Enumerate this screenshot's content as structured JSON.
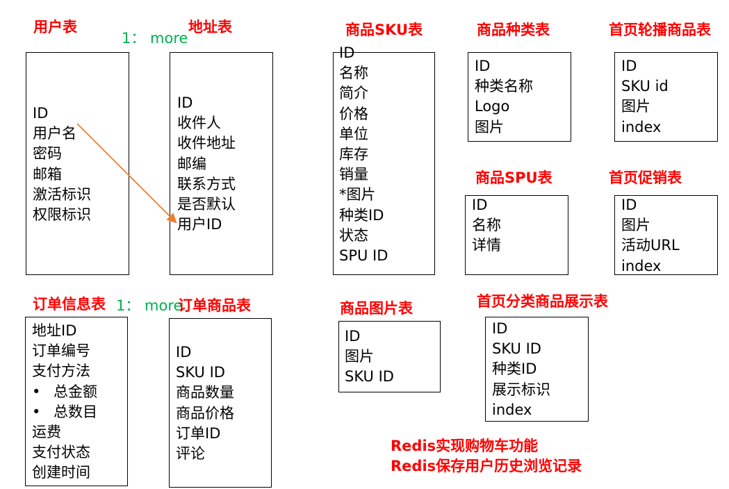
{
  "relations": {
    "user_address": "1： more",
    "order_items": "1： more"
  },
  "colors": {
    "title": "#ff0000",
    "relation": "#00b050",
    "arrow": "#ed7d31"
  },
  "tables": {
    "user": {
      "title": "用户表",
      "fields": [
        "ID",
        "用户名",
        "密码",
        "邮箱",
        "激活标识",
        "权限标识"
      ]
    },
    "address": {
      "title": "地址表",
      "fields": [
        "ID",
        "收件人",
        "收件地址",
        "邮编",
        "联系方式",
        "是否默认",
        "用户ID"
      ]
    },
    "sku": {
      "title": "商品SKU表",
      "fields": [
        "ID",
        "名称",
        "简介",
        "价格",
        "单位",
        "库存",
        "销量",
        "*图片",
        "种类ID",
        "状态",
        "SPU ID"
      ]
    },
    "category": {
      "title": "商品种类表",
      "fields": [
        "ID",
        "种类名称",
        "Logo",
        "图片"
      ]
    },
    "banner": {
      "title": "首页轮播商品表",
      "fields": [
        "ID",
        "SKU id",
        "图片",
        "index"
      ]
    },
    "spu": {
      "title": "商品SPU表",
      "fields": [
        "ID",
        "名称",
        "详情"
      ]
    },
    "promotion": {
      "title": "首页促销表",
      "fields": [
        "ID",
        "图片",
        "活动URL",
        "index"
      ]
    },
    "order": {
      "title": "订单信息表",
      "fields": [
        "地址ID",
        "订单编号",
        "支付方法",
        "总金额",
        "总数目",
        "运费",
        "支付状态",
        "创建时间"
      ]
    },
    "order_goods": {
      "title": "订单商品表",
      "fields": [
        "ID",
        "SKU ID",
        "商品数量",
        "商品价格",
        "订单ID",
        "评论"
      ]
    },
    "image": {
      "title": "商品图片表",
      "fields": [
        "ID",
        "图片",
        "SKU ID"
      ]
    },
    "index_category": {
      "title": "首页分类商品展示表",
      "fields": [
        "ID",
        "SKU ID",
        "种类ID",
        "展示标识",
        "index"
      ]
    }
  },
  "notes": [
    "Redis实现购物车功能",
    "Redis保存用户历史浏览记录"
  ]
}
